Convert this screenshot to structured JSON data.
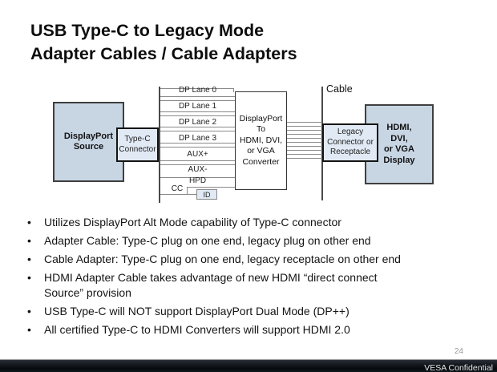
{
  "slide": {
    "title_line1": "USB Type-C to Legacy Mode",
    "title_line2": "Adapter Cables / Cable Adapters",
    "page_number": "24",
    "footer": "VESA Confidential"
  },
  "diagram": {
    "source_box": "DisplayPort\nSource",
    "typec_box": "Type-C\nConnector",
    "converter_box": "DisplayPort\nTo\nHDMI, DVI,\nor VGA\nConverter",
    "cable_label": "Cable",
    "legacy_box": "Legacy\nConnector or\nReceptacle",
    "display_box": "HDMI,\nDVI,\nor VGA\nDisplay",
    "signals": [
      "DP Lane 0",
      "DP Lane 1",
      "DP Lane 2",
      "DP Lane 3",
      "AUX+",
      "AUX-",
      "HPD",
      "CC"
    ],
    "id_chip": "ID"
  },
  "bullets": [
    "Utilizes DisplayPort Alt Mode capability of Type-C connector",
    "Adapter Cable: Type-C plug on one end, legacy plug on other end",
    "Cable Adapter: Type-C plug on one end, legacy receptacle on other end",
    "HDMI Adapter Cable takes advantage of new HDMI “direct connect\nSource” provision",
    "USB Type-C will NOT support DisplayPort Dual Mode (DP++)",
    "All certified Type-C to HDMI Converters will support HDMI 2.0"
  ],
  "colors": {
    "box_fill": "#c8d6e4",
    "box_fill_light": "#e0e9f4",
    "wire_gray": "#8a8a8a",
    "footer_bar": "#0d1218",
    "footer_text": "#e8e8e8"
  }
}
